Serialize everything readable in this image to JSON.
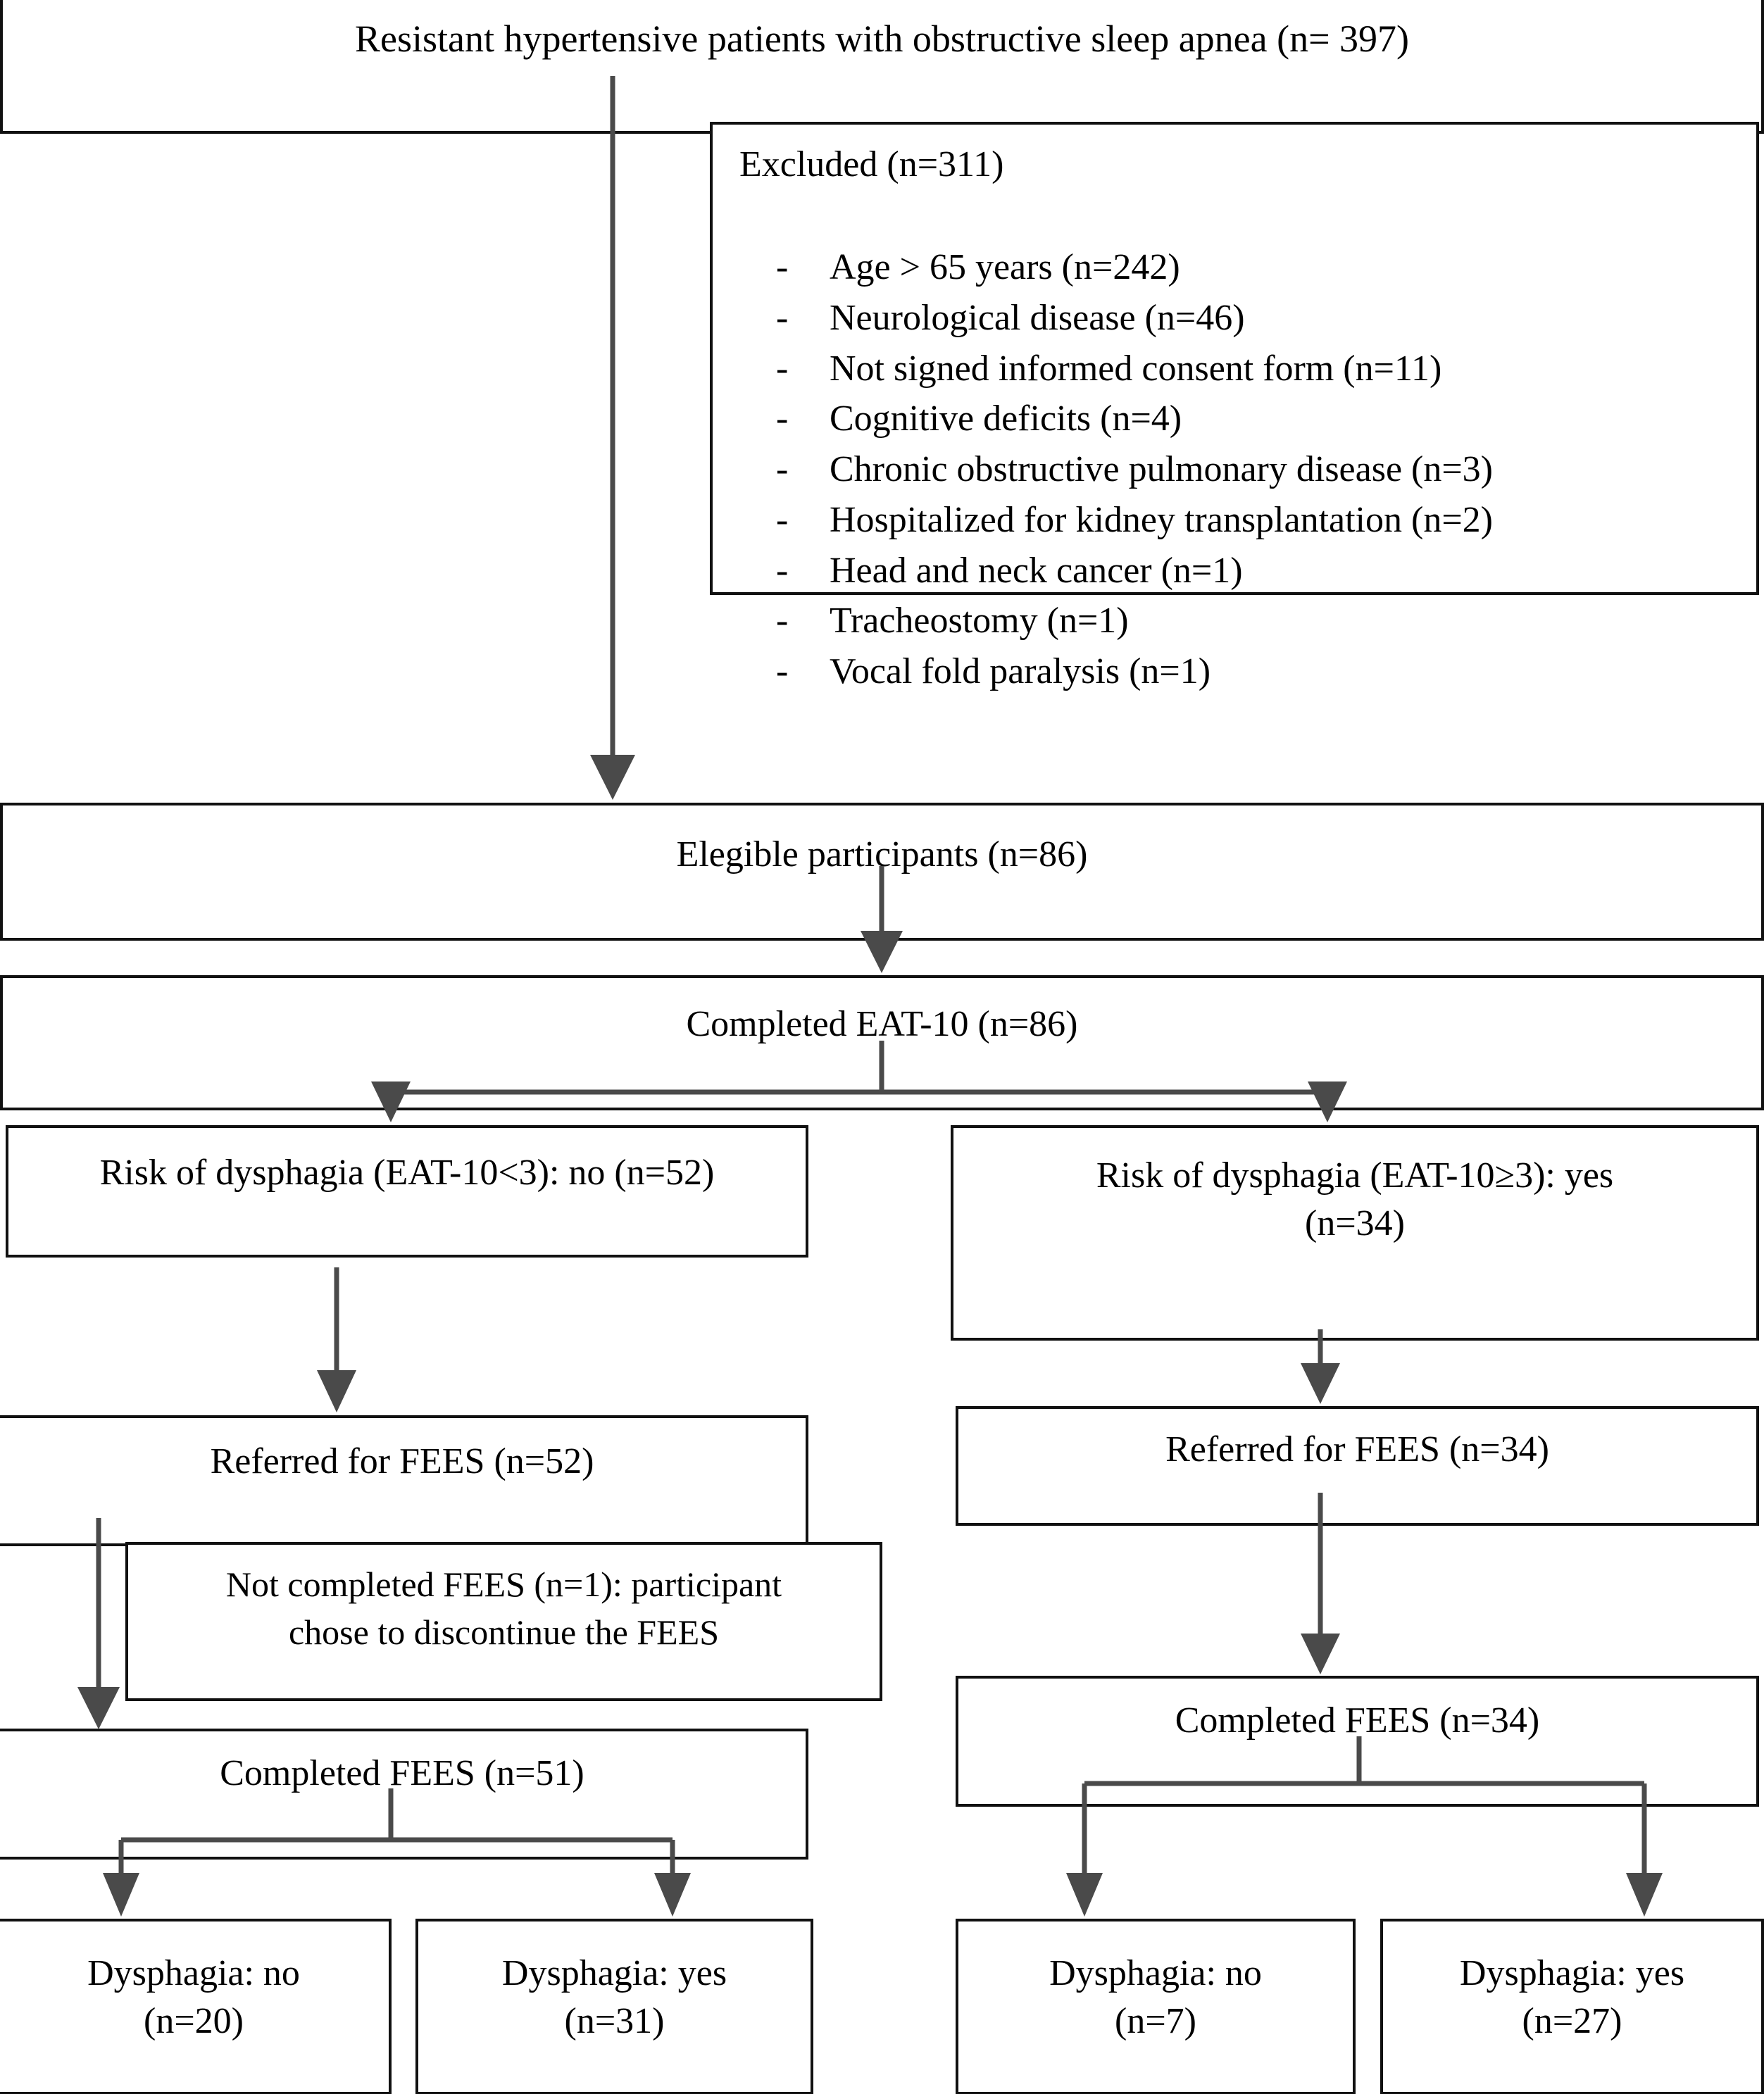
{
  "flowchart": {
    "title_box": "Resistant hypertensive patients with obstructive sleep apnea (n= 397)",
    "excluded": {
      "heading": "Excluded (n=311)",
      "bullet_marker": "-",
      "items": [
        "Age > 65 years (n=242)",
        "Neurological disease (n=46)",
        "Not signed informed consent form (n=11)",
        "Cognitive deficits (n=4)",
        "Chronic obstructive pulmonary disease (n=3)",
        "Hospitalized for kidney transplantation (n=2)",
        "Head and neck cancer (n=1)",
        "Tracheostomy (n=1)",
        "Vocal fold paralysis (n=1)"
      ]
    },
    "eligible": "Elegible participants (n=86)",
    "completed_eat10": "Completed EAT-10 (n=86)",
    "risk_no": "Risk of dysphagia (EAT-10<3): no (n=52)",
    "risk_yes": "Risk of dysphagia (EAT-10≥3): yes\n(n=34)",
    "referred_left": "Referred for FEES (n=52)",
    "referred_right": "Referred for FEES (n=34)",
    "not_completed": "Not completed FEES (n=1): participant\nchose to discontinue the FEES",
    "completed_left": "Completed FEES (n=51)",
    "completed_right": "Completed FEES (n=34)",
    "outcome_left_no": "Dysphagia: no\n(n=20)",
    "outcome_left_yes": "Dysphagia: yes\n(n=31)",
    "outcome_right_no": "Dysphagia: no\n(n=7)",
    "outcome_right_yes": "Dysphagia: yes\n(n=27)"
  },
  "colors": {
    "box_border": "#111111",
    "connector": "#4a4a4a",
    "background": "#ffffff"
  }
}
